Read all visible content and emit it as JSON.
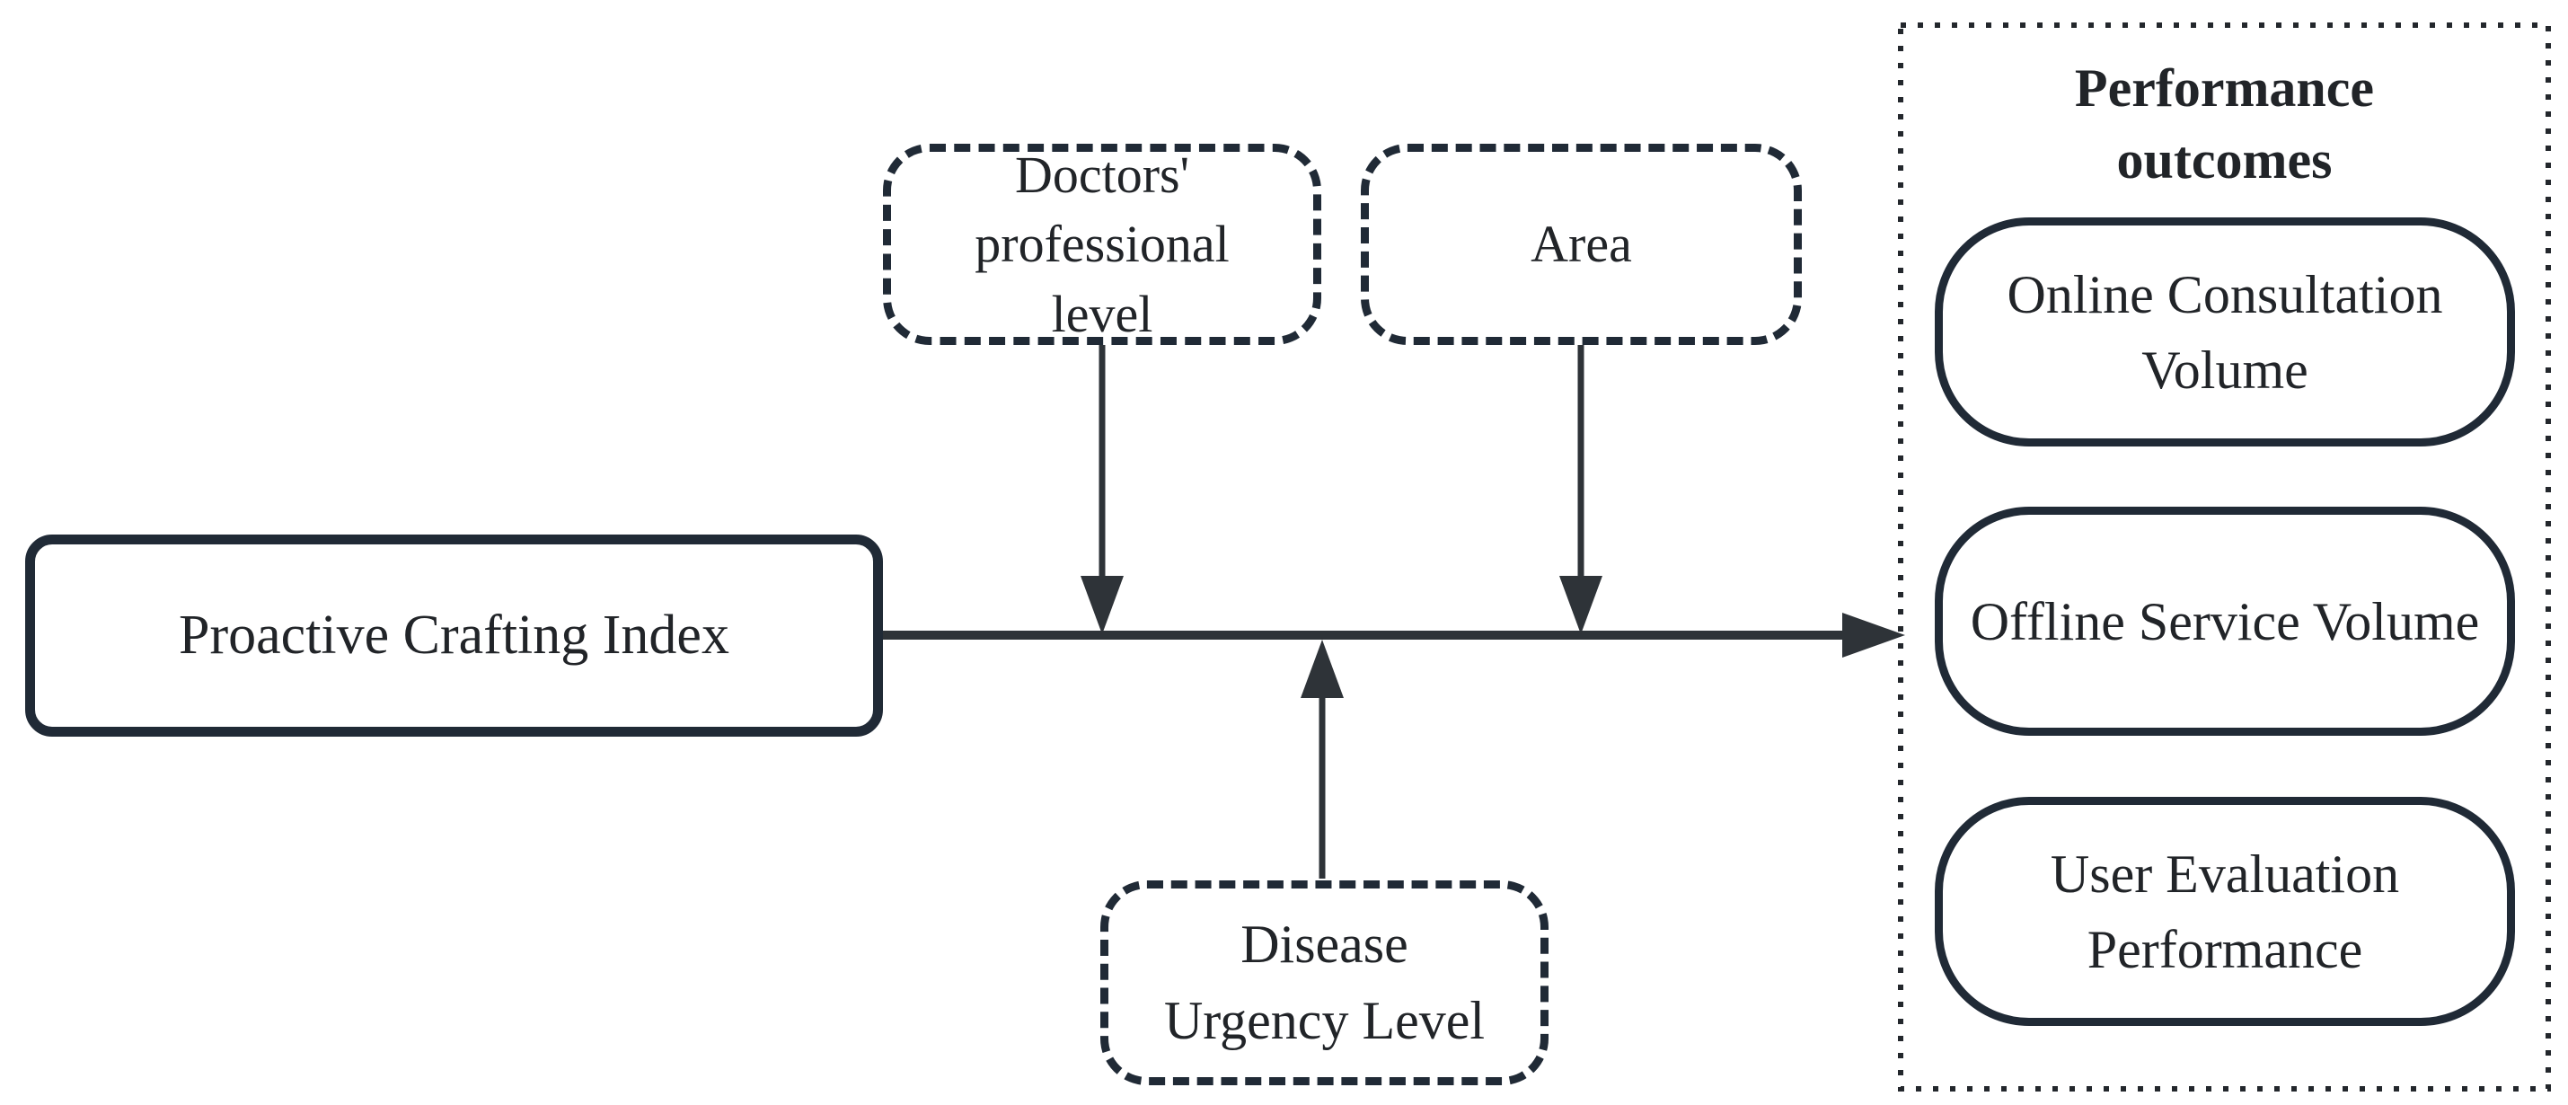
{
  "figure": {
    "type": "moderation-model-diagram",
    "background": "#ffffff"
  },
  "colors": {
    "box-border": "#202a36",
    "arrow": "#2e3338",
    "panel-border": "#23272c",
    "text": "#212428"
  },
  "nodes": {
    "independent": {
      "label": "Proactive Crafting Index",
      "border_style": "solid"
    },
    "moderator_top_left": {
      "label": "Doctors'\nprofessional\nlevel",
      "border_style": "dashed"
    },
    "moderator_top_right": {
      "label": "Area",
      "border_style": "dashed"
    },
    "moderator_bottom": {
      "label": "Disease\nUrgency Level",
      "border_style": "dashed"
    }
  },
  "outcomes_panel": {
    "title": "Performance\noutcomes",
    "border_style": "dotted",
    "items": [
      {
        "label": "Online\nConsultation\nVolume"
      },
      {
        "label": "Offline Service\nVolume"
      },
      {
        "label": "User Evaluation\nPerformance"
      }
    ]
  },
  "edges": [
    {
      "from": "independent",
      "to": "outcomes_panel",
      "style": "solid-arrow",
      "direction": "right"
    },
    {
      "from": "moderator_top_left",
      "to": "main-arrow",
      "style": "moderation-arrow",
      "direction": "down"
    },
    {
      "from": "moderator_top_right",
      "to": "main-arrow",
      "style": "moderation-arrow",
      "direction": "down"
    },
    {
      "from": "moderator_bottom",
      "to": "main-arrow",
      "style": "moderation-arrow",
      "direction": "up"
    }
  ]
}
